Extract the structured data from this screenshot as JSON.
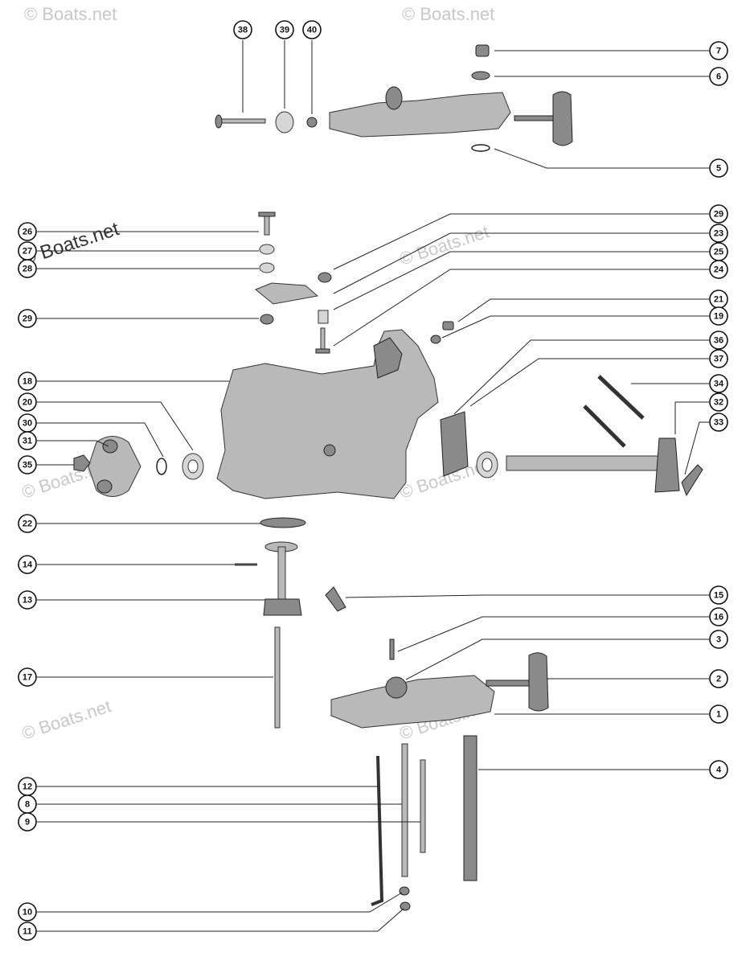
{
  "watermark": {
    "text": "© Boats.net",
    "prominent_text": "© Boats.net"
  },
  "callouts": [
    {
      "id": "c38",
      "label": "38"
    },
    {
      "id": "c39",
      "label": "39"
    },
    {
      "id": "c40",
      "label": "40"
    },
    {
      "id": "c7",
      "label": "7"
    },
    {
      "id": "c6",
      "label": "6"
    },
    {
      "id": "c5",
      "label": "5"
    },
    {
      "id": "c29a",
      "label": "29"
    },
    {
      "id": "c23",
      "label": "23"
    },
    {
      "id": "c25",
      "label": "25"
    },
    {
      "id": "c24",
      "label": "24"
    },
    {
      "id": "c21",
      "label": "21"
    },
    {
      "id": "c19",
      "label": "19"
    },
    {
      "id": "c36",
      "label": "36"
    },
    {
      "id": "c37",
      "label": "37"
    },
    {
      "id": "c34",
      "label": "34"
    },
    {
      "id": "c32",
      "label": "32"
    },
    {
      "id": "c33",
      "label": "33"
    },
    {
      "id": "c26",
      "label": "26"
    },
    {
      "id": "c27",
      "label": "27"
    },
    {
      "id": "c28",
      "label": "28"
    },
    {
      "id": "c29b",
      "label": "29"
    },
    {
      "id": "c18",
      "label": "18"
    },
    {
      "id": "c20",
      "label": "20"
    },
    {
      "id": "c30",
      "label": "30"
    },
    {
      "id": "c31",
      "label": "31"
    },
    {
      "id": "c35",
      "label": "35"
    },
    {
      "id": "c22",
      "label": "22"
    },
    {
      "id": "c14",
      "label": "14"
    },
    {
      "id": "c13",
      "label": "13"
    },
    {
      "id": "c15",
      "label": "15"
    },
    {
      "id": "c16",
      "label": "16"
    },
    {
      "id": "c3",
      "label": "3"
    },
    {
      "id": "c17",
      "label": "17"
    },
    {
      "id": "c2",
      "label": "2"
    },
    {
      "id": "c1",
      "label": "1"
    },
    {
      "id": "c4",
      "label": "4"
    },
    {
      "id": "c12",
      "label": "12"
    },
    {
      "id": "c8",
      "label": "8"
    },
    {
      "id": "c9",
      "label": "9"
    },
    {
      "id": "c10",
      "label": "10"
    },
    {
      "id": "c11",
      "label": "11"
    }
  ]
}
